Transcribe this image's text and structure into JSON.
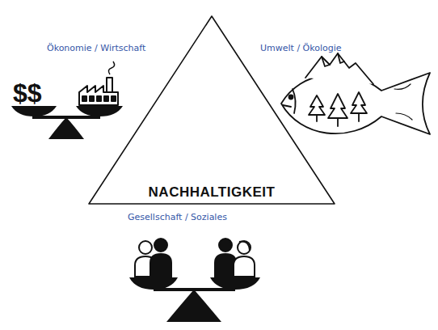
{
  "diagram": {
    "nodes": [
      {
        "text": [
          "NACHHALTIGKEIT"
        ]
      }
    ],
    "labels": [
      "Ökonomie / Wirtschaft",
      "$$",
      "Umwelt / Ökologie",
      "Gesellschaft / Soziales"
    ]
  }
}
